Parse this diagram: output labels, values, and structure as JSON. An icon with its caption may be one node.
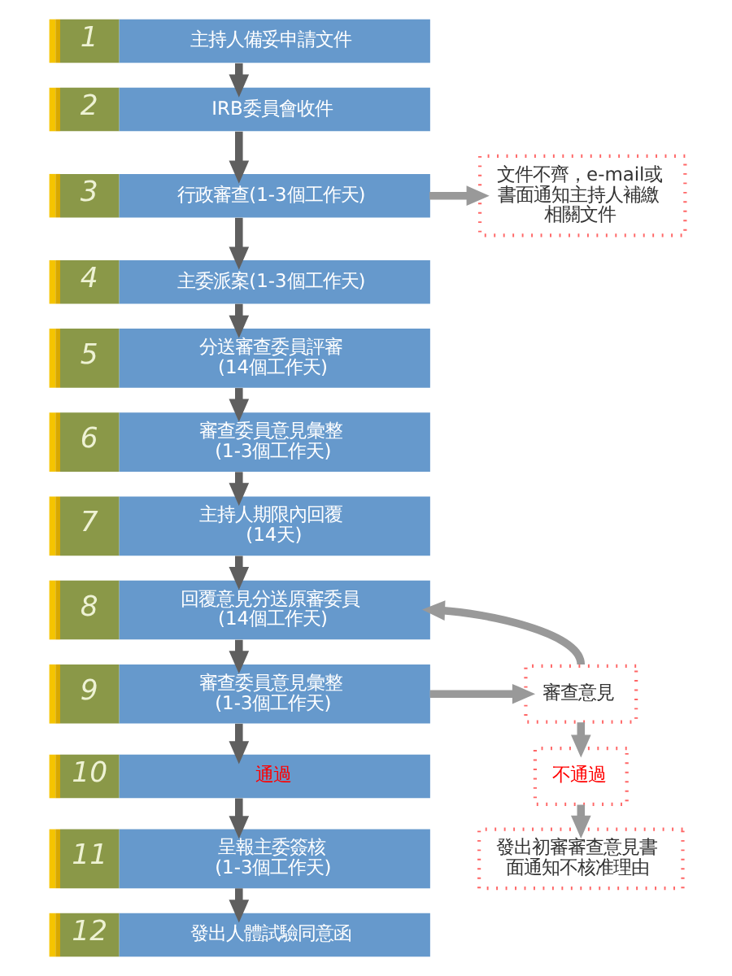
{
  "diagram": {
    "nodes": [
      {
        "text": [
          "1",
          "主持人備妥申請文件"
        ]
      },
      {
        "text": [
          "2",
          "IRB委員會收件"
        ]
      },
      {
        "text": [
          "3",
          "行政審查(1-3個工作天)"
        ]
      },
      {
        "text": [
          "4",
          "主委派案(1-3個工作天)"
        ]
      },
      {
        "text": [
          "5",
          "分送審查委員評審(14個工作天)"
        ]
      },
      {
        "text": [
          "6",
          "審查委員意見彙整(1-3個工作天)"
        ]
      },
      {
        "text": [
          "7",
          "主持人期限內回覆(14天)"
        ]
      },
      {
        "text": [
          "8",
          "回覆意見分送原審委員(14個工作天)"
        ]
      },
      {
        "text": [
          "9",
          "審查委員意見彙整(1-3個工作天)"
        ]
      },
      {
        "text": [
          "10",
          "通過"
        ]
      },
      {
        "text": [
          "11",
          "呈報主委簽核(1-3個工作天)"
        ]
      },
      {
        "text": [
          "12",
          "發出人體試驗同意函"
        ]
      },
      {
        "text": [
          "文件不齊，e-mail或書面通知主持人補繳相關文件"
        ]
      },
      {
        "text": [
          "審查意見"
        ]
      },
      {
        "text": [
          "不通過"
        ]
      },
      {
        "text": [
          "發出初審審查意見書面通知不核准理由"
        ]
      }
    ],
    "edges": [
      {
        "from": 0,
        "to": 1,
        "arrow": "to"
      },
      {
        "from": 1,
        "to": 2,
        "arrow": "to"
      },
      {
        "from": 2,
        "to": 3,
        "arrow": "to"
      },
      {
        "from": 3,
        "to": 4,
        "arrow": "to"
      },
      {
        "from": 4,
        "to": 5,
        "arrow": "to"
      },
      {
        "from": 5,
        "to": 6,
        "arrow": "to"
      },
      {
        "from": 6,
        "to": 7,
        "arrow": "to"
      },
      {
        "from": 7,
        "to": 8,
        "arrow": "to"
      },
      {
        "from": 8,
        "to": 9,
        "arrow": "to"
      },
      {
        "from": 9,
        "to": 10,
        "arrow": "to"
      },
      {
        "from": 10,
        "to": 11,
        "arrow": "to"
      },
      {
        "from": 2,
        "to": 12,
        "arrow": "to",
        "color": "#999999"
      },
      {
        "from": 8,
        "to": 13,
        "arrow": "to",
        "color": "#999999"
      },
      {
        "from": 13,
        "to": 7,
        "arrow": "to",
        "color": "#999999"
      },
      {
        "from": 13,
        "to": 14,
        "arrow": "to",
        "color": "#999999"
      },
      {
        "from": 14,
        "to": 15,
        "arrow": "to",
        "color": "#999999"
      }
    ]
  }
}
